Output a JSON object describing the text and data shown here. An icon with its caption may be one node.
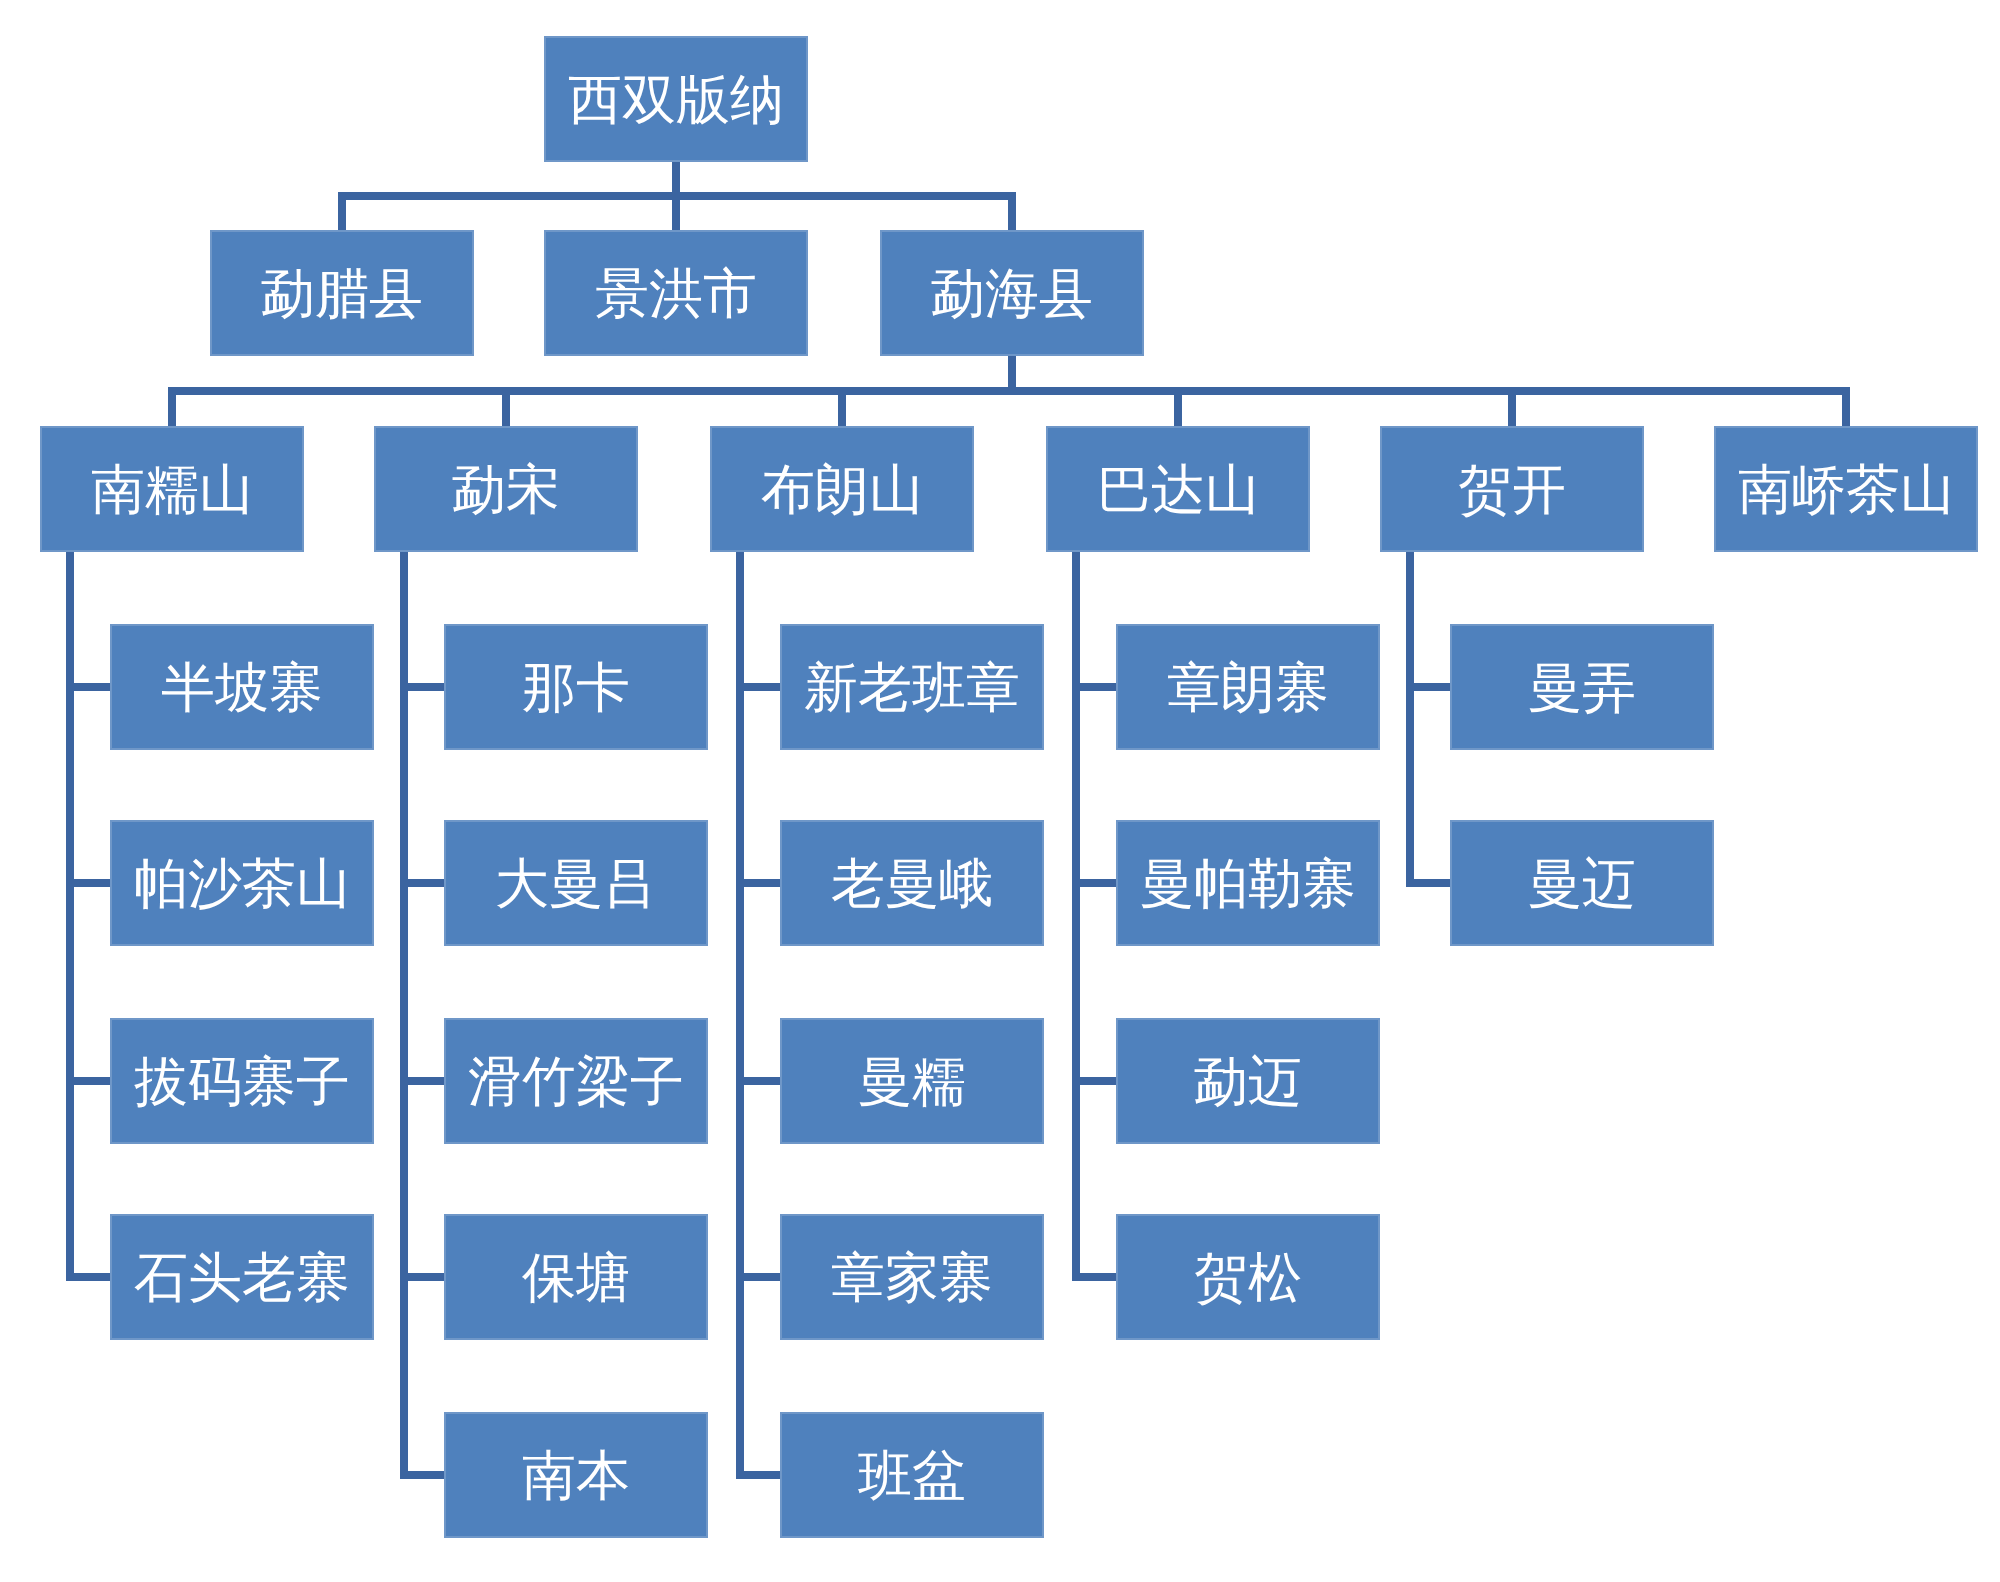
{
  "diagram": {
    "nodes": [
      {
        "text": [
          "西双版纳"
        ]
      },
      {
        "text": [
          "勐腊县"
        ]
      },
      {
        "text": [
          "景洪市"
        ]
      },
      {
        "text": [
          "勐海县"
        ]
      },
      {
        "text": [
          "南糯山"
        ]
      },
      {
        "text": [
          "勐宋"
        ]
      },
      {
        "text": [
          "布朗山"
        ]
      },
      {
        "text": [
          "巴达山"
        ]
      },
      {
        "text": [
          "贺开"
        ]
      },
      {
        "text": [
          "南峤茶山"
        ]
      },
      {
        "text": [
          "半坡寨"
        ]
      },
      {
        "text": [
          "帕沙茶山"
        ]
      },
      {
        "text": [
          "拔码寨子"
        ]
      },
      {
        "text": [
          "石头老寨"
        ]
      },
      {
        "text": [
          "那卡"
        ]
      },
      {
        "text": [
          "大曼吕"
        ]
      },
      {
        "text": [
          "滑竹梁子"
        ]
      },
      {
        "text": [
          "保塘"
        ]
      },
      {
        "text": [
          "南本"
        ]
      },
      {
        "text": [
          "新老班章"
        ]
      },
      {
        "text": [
          "老曼峨"
        ]
      },
      {
        "text": [
          "曼糯"
        ]
      },
      {
        "text": [
          "章家寨"
        ]
      },
      {
        "text": [
          "班盆"
        ]
      },
      {
        "text": [
          "章朗寨"
        ]
      },
      {
        "text": [
          "曼帕勒寨"
        ]
      },
      {
        "text": [
          "勐迈"
        ]
      },
      {
        "text": [
          "贺松"
        ]
      },
      {
        "text": [
          "曼弄"
        ]
      },
      {
        "text": [
          "曼迈"
        ]
      }
    ],
    "edges": [
      {
        "from": 0,
        "to": 1,
        "arrow": "none"
      },
      {
        "from": 0,
        "to": 2,
        "arrow": "none"
      },
      {
        "from": 0,
        "to": 3,
        "arrow": "none"
      },
      {
        "from": 3,
        "to": 4,
        "arrow": "none"
      },
      {
        "from": 3,
        "to": 5,
        "arrow": "none"
      },
      {
        "from": 3,
        "to": 6,
        "arrow": "none"
      },
      {
        "from": 3,
        "to": 7,
        "arrow": "none"
      },
      {
        "from": 3,
        "to": 8,
        "arrow": "none"
      },
      {
        "from": 3,
        "to": 9,
        "arrow": "none"
      },
      {
        "from": 4,
        "to": 10,
        "arrow": "none"
      },
      {
        "from": 4,
        "to": 11,
        "arrow": "none"
      },
      {
        "from": 4,
        "to": 12,
        "arrow": "none"
      },
      {
        "from": 4,
        "to": 13,
        "arrow": "none"
      },
      {
        "from": 5,
        "to": 14,
        "arrow": "none"
      },
      {
        "from": 5,
        "to": 15,
        "arrow": "none"
      },
      {
        "from": 5,
        "to": 16,
        "arrow": "none"
      },
      {
        "from": 5,
        "to": 17,
        "arrow": "none"
      },
      {
        "from": 5,
        "to": 18,
        "arrow": "none"
      },
      {
        "from": 6,
        "to": 19,
        "arrow": "none"
      },
      {
        "from": 6,
        "to": 20,
        "arrow": "none"
      },
      {
        "from": 6,
        "to": 21,
        "arrow": "none"
      },
      {
        "from": 6,
        "to": 22,
        "arrow": "none"
      },
      {
        "from": 6,
        "to": 23,
        "arrow": "none"
      },
      {
        "from": 7,
        "to": 24,
        "arrow": "none"
      },
      {
        "from": 7,
        "to": 25,
        "arrow": "none"
      },
      {
        "from": 7,
        "to": 26,
        "arrow": "none"
      },
      {
        "from": 7,
        "to": 27,
        "arrow": "none"
      },
      {
        "from": 8,
        "to": 28,
        "arrow": "none"
      },
      {
        "from": 8,
        "to": 29,
        "arrow": "none"
      }
    ]
  }
}
